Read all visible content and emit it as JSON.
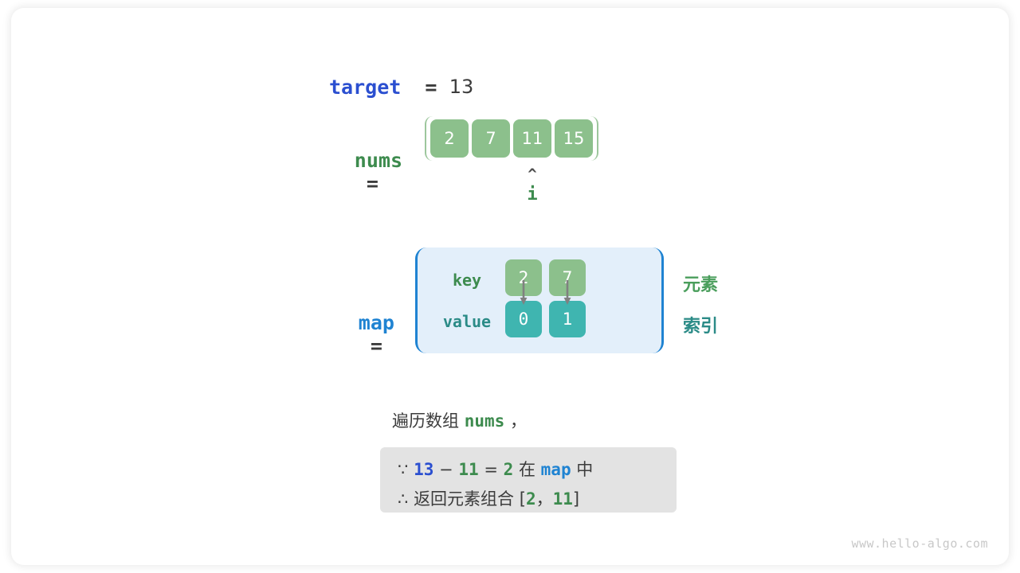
{
  "target": {
    "label": "target",
    "equals": "=",
    "value": "13"
  },
  "nums": {
    "label": "nums",
    "equals": "=",
    "cells": [
      "2",
      "7",
      "11",
      "15"
    ],
    "pointer": {
      "caret": "^",
      "label": "i",
      "index": 2
    }
  },
  "map": {
    "label": "map",
    "equals": "=",
    "row_labels": {
      "key": "key",
      "value": "value"
    },
    "entries": [
      {
        "key": "2",
        "value": "0"
      },
      {
        "key": "7",
        "value": "1"
      }
    ],
    "legends": {
      "element": "元素",
      "index": "索引"
    }
  },
  "caption": {
    "prefix": "遍历数组 ",
    "var": "nums",
    "suffix": " ，"
  },
  "conclusion": {
    "line1": {
      "symbol": "∵",
      "target": "13",
      "minus": "−",
      "current": "11",
      "equals": "=",
      "complement": "2",
      "in_text": "在",
      "map": "map",
      "in_suffix": "中"
    },
    "line2": {
      "symbol": "∴",
      "text": "返回元素组合",
      "bracket_open": "[",
      "first": "2",
      "comma": "，",
      "second": "11",
      "bracket_close": "]"
    }
  },
  "watermark": "www.hello-algo.com",
  "colors": {
    "array_cell": "#8cc08c",
    "array_border": "#9dc79d",
    "map_fill": "#e3effa",
    "map_border": "#1f83d2",
    "value_cell": "#3fb5b0",
    "target_blue": "#2b4fd0",
    "nums_green": "#3d8b4e",
    "map_blue": "#1f83d2",
    "legend_element": "#4a9e5c",
    "legend_index": "#2b8b87",
    "conclusion_bg": "#e3e3e3",
    "arrow_gray": "#808080",
    "watermark": "#c8c8c8"
  }
}
